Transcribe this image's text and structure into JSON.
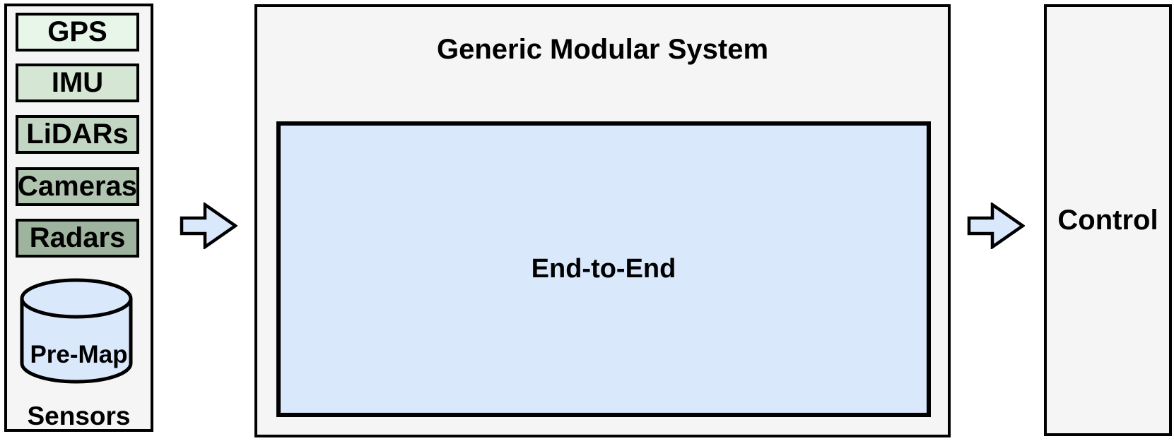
{
  "colors": {
    "panel_bg": "#f5f5f5",
    "border": "#000000",
    "accent_blue": "#dae8fc",
    "sensor_greens": [
      "#e8f5e9",
      "#d5e6d5",
      "#c3d6c3",
      "#b0c5b0",
      "#9fb49e"
    ]
  },
  "sensors": {
    "label": "Sensors",
    "premap_label": "Pre-Map",
    "items": [
      {
        "label": "GPS",
        "color": "#e8f5e9"
      },
      {
        "label": "IMU",
        "color": "#d5e6d5"
      },
      {
        "label": "LiDARs",
        "color": "#c3d6c3"
      },
      {
        "label": "Cameras",
        "color": "#b0c5b0"
      },
      {
        "label": "Radars",
        "color": "#9fb49e"
      }
    ],
    "premap_icon": "database-cylinder-icon"
  },
  "modular_system": {
    "title": "Generic Modular System",
    "end_to_end_label": "End-to-End"
  },
  "control": {
    "label": "Control"
  },
  "flow": {
    "arrow_1": "right-block-arrow-icon",
    "arrow_2": "right-block-arrow-icon"
  }
}
